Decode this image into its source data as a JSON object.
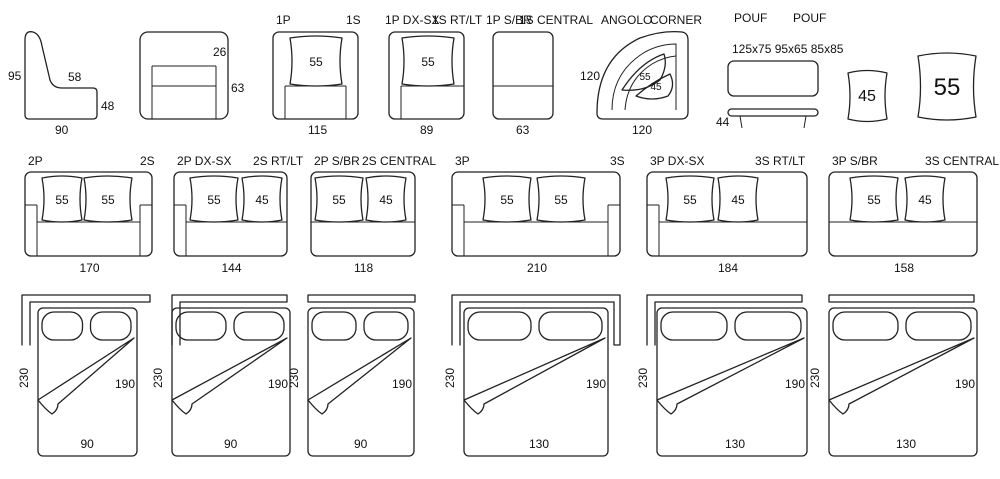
{
  "row1": {
    "profile": {
      "h": "95",
      "seat": "58",
      "arm": "48",
      "w": "90"
    },
    "front": {
      "arm": "26",
      "h": "63"
    },
    "m1p": {
      "l1": "1P",
      "l2": "1S",
      "cushion": "55",
      "w": "115"
    },
    "m1pdx": {
      "l1": "1P DX-SX",
      "l2": "1S RT/LT",
      "cushion": "55",
      "w": "89"
    },
    "m1psbr": {
      "l1": "1P S/BR",
      "l2": "1S CENTRAL",
      "w": "63"
    },
    "corner": {
      "l1": "ANGOLO",
      "l2": "CORNER",
      "side": "120",
      "bottom": "120",
      "c1": "55",
      "c2": "45"
    },
    "pouf": {
      "l1": "POUF",
      "l2": "POUF",
      "sizes": "125x75  95x65  85x85",
      "h": "44"
    },
    "cushion45": "45",
    "cushion55": "55"
  },
  "row2": [
    {
      "l1": "2P",
      "l2": "2S",
      "c1": "55",
      "c2": "55",
      "w": "170"
    },
    {
      "l1": "2P DX-SX",
      "l2": "2S RT/LT",
      "c1": "55",
      "c2": "45",
      "w": "144"
    },
    {
      "l1": "2P S/BR",
      "l2": "2S CENTRAL",
      "c1": "55",
      "c2": "45",
      "w": "118"
    },
    {
      "l1": "3P",
      "l2": "3S",
      "c1": "55",
      "c2": "55",
      "w": "210"
    },
    {
      "l1": "3P DX-SX",
      "l2": "3S RT/LT",
      "c1": "55",
      "c2": "45",
      "w": "184"
    },
    {
      "l1": "3P S/BR",
      "l2": "3S CENTRAL",
      "c1": "55",
      "c2": "45",
      "w": "158"
    }
  ],
  "row3": [
    {
      "len": "230",
      "mat": "190",
      "w": "90"
    },
    {
      "len": "230",
      "mat": "190",
      "w": "90"
    },
    {
      "len": "230",
      "mat": "190",
      "w": "90"
    },
    {
      "len": "230",
      "mat": "190",
      "w": "130"
    },
    {
      "len": "230",
      "mat": "190",
      "w": "130"
    },
    {
      "len": "230",
      "mat": "190",
      "w": "130"
    }
  ]
}
